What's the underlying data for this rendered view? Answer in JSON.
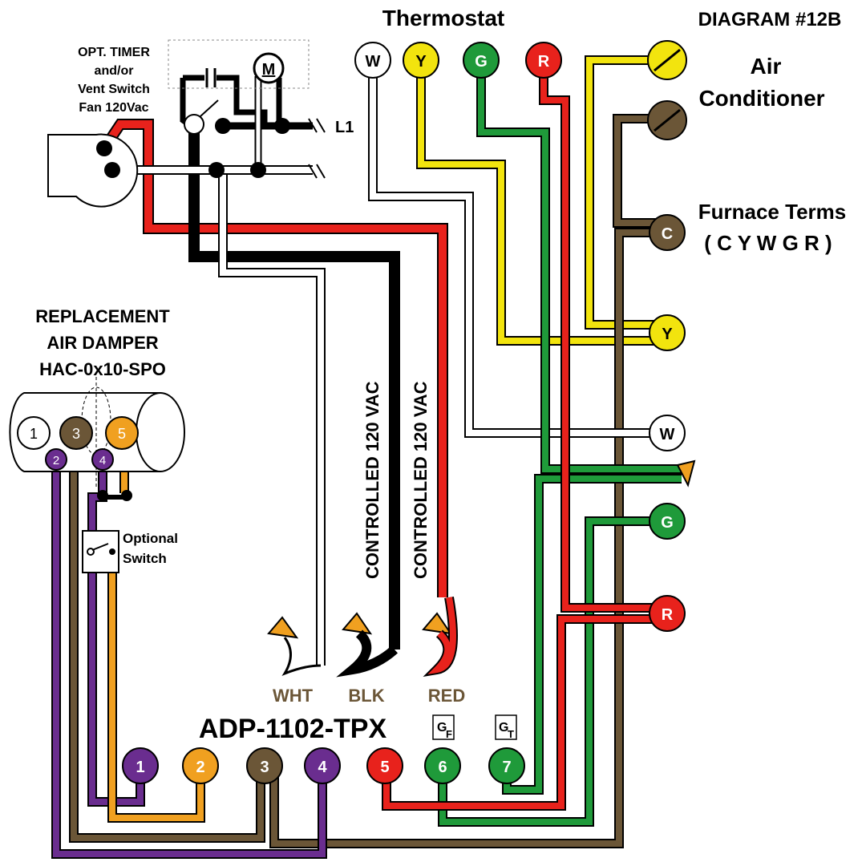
{
  "diagram_id": "DIAGRAM #12B",
  "thermostat": {
    "title": "Thermostat",
    "terminals": [
      "W",
      "Y",
      "G",
      "R"
    ]
  },
  "air_conditioner": {
    "line1": "Air",
    "line2": "Conditioner"
  },
  "furnace": {
    "title": "Furnace Terms",
    "subtitle": "( C Y W G R )",
    "terminals": [
      "C",
      "Y",
      "W",
      "G",
      "R"
    ]
  },
  "fan": {
    "line1": "OPT. TIMER",
    "line2": "and/or",
    "line3": "Vent Switch",
    "line4": "Fan 120Vac",
    "motor_label": "M",
    "line_label": "L1"
  },
  "damper": {
    "line1": "REPLACEMENT",
    "line2": "AIR DAMPER",
    "line3": "HAC-0x10-SPO",
    "terminals": [
      "1",
      "3",
      "5",
      "2",
      "4"
    ]
  },
  "optional_switch": {
    "line1": "Optional",
    "line2": "Switch"
  },
  "controlled_labels": [
    "CONTROLLED 120 VAC",
    "CONTROLLED 120 VAC"
  ],
  "leads": [
    "WHT",
    "BLK",
    "RED"
  ],
  "controller": {
    "model": "ADP-1102-TPX",
    "gf_main": "G",
    "gf_sub": "F",
    "gt_main": "G",
    "gt_sub": "T",
    "terminals": [
      "1",
      "2",
      "3",
      "4",
      "5",
      "6",
      "7"
    ]
  },
  "colors": {
    "red": "#e8221c",
    "yellow": "#f2e40e",
    "green": "#1f9a3a",
    "brown": "#6b5637",
    "purple": "#6a2d8f",
    "orange": "#f0a020",
    "black": "#000000",
    "white": "#ffffff"
  }
}
